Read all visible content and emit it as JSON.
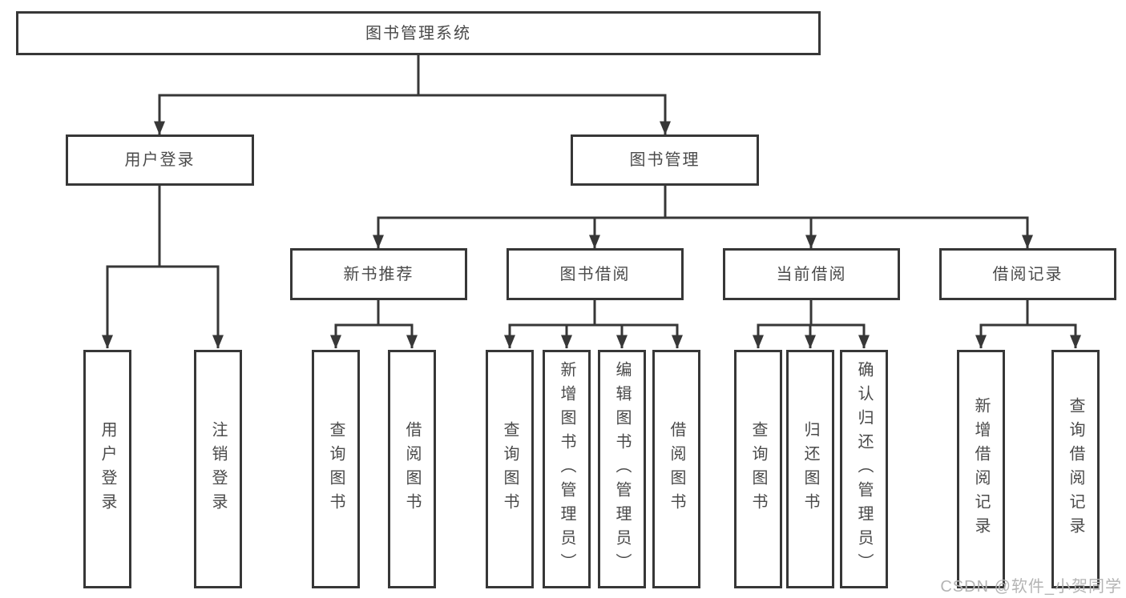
{
  "colors": {
    "line": "#373737",
    "text": "#4a4a4a",
    "background": "#ffffff",
    "watermark": "#b4b4b4"
  },
  "nodes": {
    "root": "图书管理系统",
    "level2": [
      "用户登录",
      "图书管理"
    ],
    "level3": [
      "新书推荐",
      "图书借阅",
      "当前借阅",
      "借阅记录"
    ],
    "leaves": {
      "user_login": [
        "用户登录",
        "注销登录"
      ],
      "new_books": [
        "查询图书",
        "借阅图书"
      ],
      "book_borrow": [
        "查询图书",
        "新增图书（管理员）",
        "编辑图书（管理员）",
        "借阅图书"
      ],
      "current_borrow": [
        "查询图书",
        "归还图书",
        "确认归还（管理员）"
      ],
      "borrow_records": [
        "新增借阅记录",
        "查询借阅记录"
      ]
    }
  },
  "watermark": "CSDN @软件_小贺同学"
}
